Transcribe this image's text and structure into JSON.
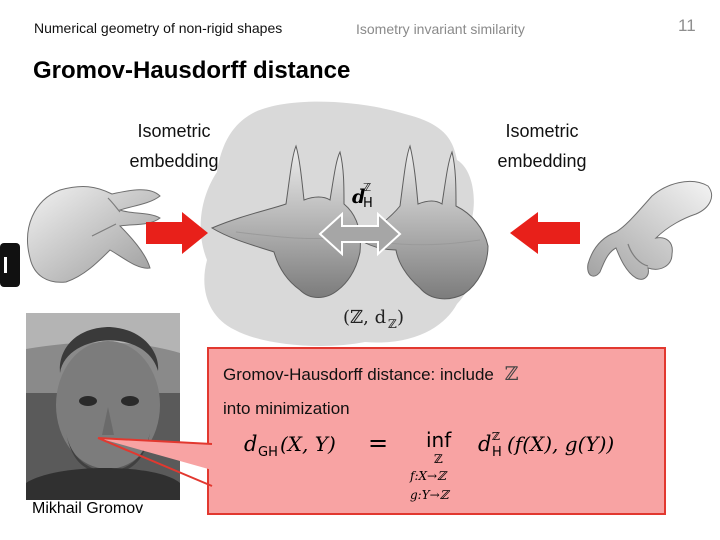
{
  "header": {
    "topic": "Numerical geometry of non-rigid shapes",
    "subtopic": "Isometry invariant similarity",
    "slide_number": "11"
  },
  "title": "Gromov-Hausdorff distance",
  "embedding_left": {
    "line1": "Isometric",
    "line2": "embedding"
  },
  "embedding_right": {
    "line1": "Isometric",
    "line2": "embedding"
  },
  "math": {
    "metric_symbol_base": "d",
    "metric_symbol_sub": "H",
    "metric_symbol_sup": "ℤ",
    "metric_space": "(ℤ, d",
    "metric_space_sub": "ℤ",
    "metric_space_close": ")"
  },
  "callout": {
    "line1": "Gromov-Hausdorff distance: include",
    "symbol_z": "ℤ",
    "line2": "into minimization",
    "formula": {
      "lhs_base": "d",
      "lhs_sub": "GH",
      "lhs_args": "(X, Y)",
      "equals": "=",
      "op": "inf",
      "op_sub_1": "ℤ",
      "op_sub_2": "f:X→ℤ",
      "op_sub_3": "g:Y→ℤ",
      "rhs_base": "d",
      "rhs_sub": "H",
      "rhs_sup": "ℤ",
      "rhs_args": "(f(X), g(Y))"
    }
  },
  "portrait": {
    "caption": "Mikhail Gromov"
  },
  "colors": {
    "arrow_red": "#e8201a",
    "callout_fill": "#f8a3a3",
    "callout_border": "#e2382f",
    "space_gray": "#d9d9d9",
    "double_arrow_gray": "#a6a6a6"
  },
  "icons": {
    "left_shape": "hand-shape-icon",
    "right_shape": "hand-shape-icon",
    "middle_shapes": "embedded-shapes-icon"
  }
}
